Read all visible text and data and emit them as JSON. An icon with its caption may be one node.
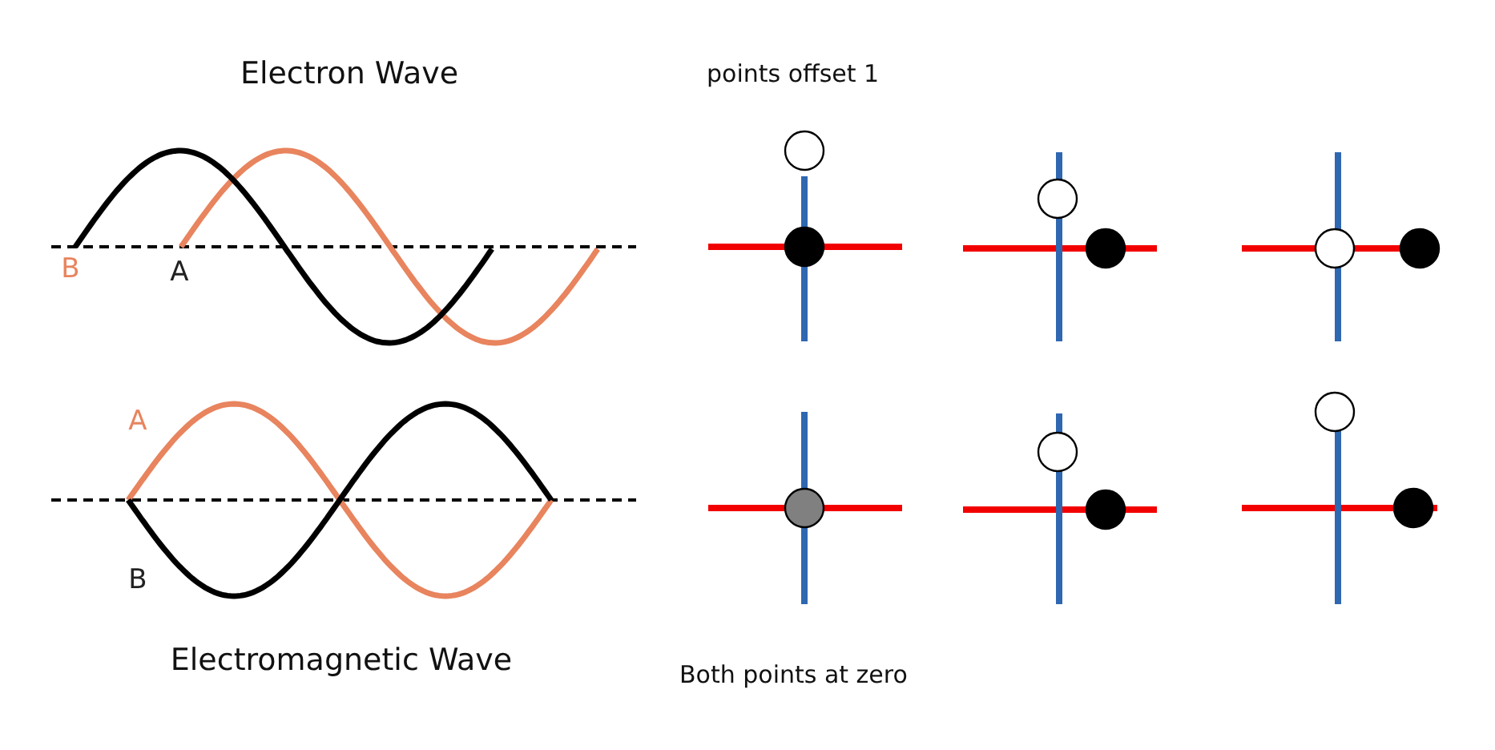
{
  "diagram": {
    "labels": [
      "Electron Wave",
      "points offset 1",
      "B",
      "A",
      "A",
      "B",
      "Electromagnetic Wave",
      "Both points at zero"
    ]
  }
}
